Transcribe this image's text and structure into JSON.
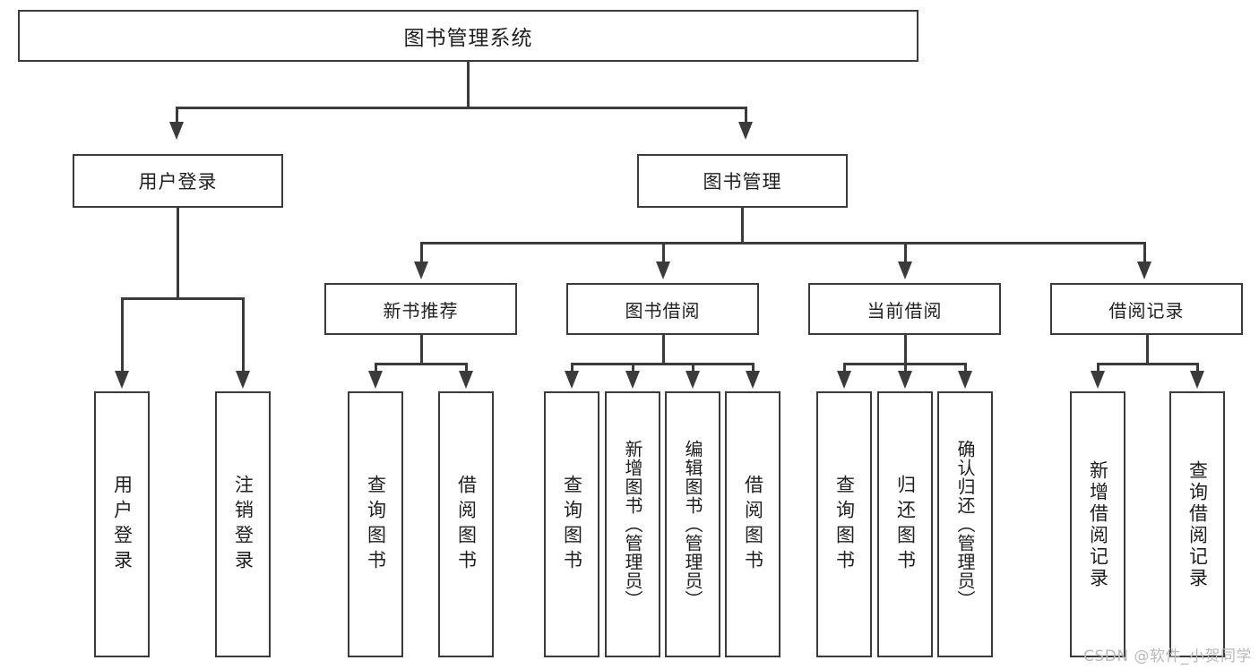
{
  "diagram": {
    "title": "图书管理系统",
    "type": "tree",
    "root": {
      "label": "图书管理系统"
    },
    "level2": [
      {
        "id": "user-login",
        "label": "用户登录"
      },
      {
        "id": "book-manage",
        "label": "图书管理"
      }
    ],
    "level3": [
      {
        "id": "new-book-recommend",
        "label": "新书推荐",
        "parent": "book-manage"
      },
      {
        "id": "book-borrow",
        "label": "图书借阅",
        "parent": "book-manage"
      },
      {
        "id": "current-borrow",
        "label": "当前借阅",
        "parent": "book-manage"
      },
      {
        "id": "borrow-record",
        "label": "借阅记录",
        "parent": "book-manage"
      }
    ],
    "leaves": {
      "user-login": [
        {
          "id": "leaf-user-login",
          "label": "用户登录"
        },
        {
          "id": "leaf-user-logout",
          "label": "注销登录"
        }
      ],
      "new-book-recommend": [
        {
          "id": "leaf-query-book-1",
          "label": "查询图书"
        },
        {
          "id": "leaf-borrow-book-1",
          "label": "借阅图书"
        }
      ],
      "book-borrow": [
        {
          "id": "leaf-query-book-2",
          "label": "查询图书"
        },
        {
          "id": "leaf-add-book",
          "label": "新增图书（管理员）"
        },
        {
          "id": "leaf-edit-book",
          "label": "编辑图书（管理员）"
        },
        {
          "id": "leaf-borrow-book-2",
          "label": "借阅图书"
        }
      ],
      "current-borrow": [
        {
          "id": "leaf-query-book-3",
          "label": "查询图书"
        },
        {
          "id": "leaf-return-book",
          "label": "归还图书"
        },
        {
          "id": "leaf-confirm-return",
          "label": "确认归还（管理员）"
        }
      ],
      "borrow-record": [
        {
          "id": "leaf-add-record",
          "label": "新增借阅记录"
        },
        {
          "id": "leaf-query-record",
          "label": "查询借阅记录"
        }
      ]
    }
  },
  "watermark": {
    "text": "CSDN @软件_小贺同学"
  },
  "colors": {
    "stroke": "#3b3b3b",
    "text": "#1f1f1f",
    "background": "#ffffff",
    "watermark": "#b9b9b9"
  }
}
